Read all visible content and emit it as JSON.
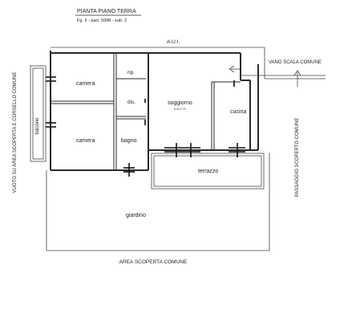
{
  "header": {
    "title": "PIANTA PIANO TERRA",
    "subtitle": "Fg. 6 - part. 5998 - sub. 2"
  },
  "labels": {
    "aui": "A.U.I.",
    "vano_scala": "VANO SCALA COMUNE",
    "vuoto_side": "VUOTO SU AREA SCOPERTA E CORSELLO COMUNE",
    "passaggio_side": "PASSAGGIO SCOPERTO COMUNE",
    "area_scoperta": "AREA SCOPERTA COMUNE"
  },
  "rooms": {
    "camera_top": "camera",
    "rip": "rip.",
    "dis": "dis.",
    "soggiorno": "soggiorno",
    "soggiorno_note": "h=m 2.70",
    "cucina": "cucina",
    "camera_bottom": "camera",
    "bagno": "bagno",
    "balcone": "balcone",
    "terrazzo": "terrazzo",
    "giardino": "giardino"
  }
}
